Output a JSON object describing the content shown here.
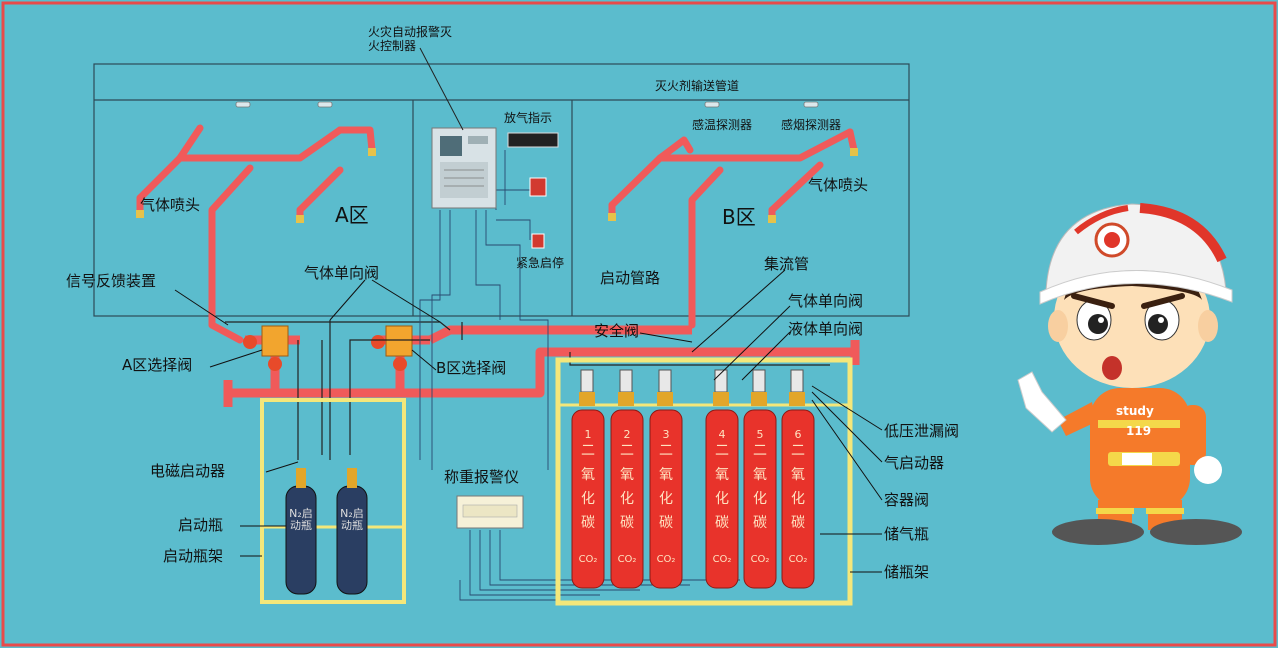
{
  "labels": {
    "controller": "火灾自动报警灭火控制器",
    "pipe_network": "灭火剂输送管道",
    "release_indicator": "放气指示",
    "smoke_detector": "感温探测器",
    "heat_detector": "感烟探测器",
    "nozzle_a": "气体喷头",
    "nozzle_b": "气体喷头",
    "zone_a": "A区",
    "zone_b": "B区",
    "pressure_switch": "信号反馈装置",
    "check_valve_gas": "气体单向阀",
    "manual_start": "紧急启停",
    "start_pipe": "启动管路",
    "manifold": "集流管",
    "check_valve_gas2": "气体单向阀",
    "check_valve_liquid": "液体单向阀",
    "safety_valve": "安全阀",
    "selector_a": "A区选择阀",
    "selector_b": "B区选择阀",
    "solenoid": "电磁启动器",
    "start_bottle": "启动瓶",
    "start_rack": "启动瓶架",
    "weighing": "称重报警仪",
    "low_leak_valve": "低压泄漏阀",
    "gas_actuator": "气启动器",
    "container_valve": "容器阀",
    "storage_bottle": "储气瓶",
    "storage_rack": "储瓶架",
    "mascot_badge": "study",
    "mascot_num": "119"
  },
  "cylinders": [
    {
      "num": "1",
      "text": "二氧化碳",
      "co2": "CO₂"
    },
    {
      "num": "2",
      "text": "二氧化碳",
      "co2": "CO₂"
    },
    {
      "num": "3",
      "text": "二氧化碳",
      "co2": "CO₂"
    },
    {
      "num": "4",
      "text": "二氧化碳",
      "co2": "CO₂"
    },
    {
      "num": "5",
      "text": "二氧化碳",
      "co2": "CO₂"
    },
    {
      "num": "6",
      "text": "二氧化碳",
      "co2": "CO₂"
    }
  ],
  "n2_bottles": [
    {
      "text": "N₂启动瓶"
    },
    {
      "text": "N₂启动瓶"
    }
  ],
  "colors": {
    "background": "#5bbccd",
    "pipe": "#f05a5a",
    "cylinder": "#e8332b",
    "rack": "#f4e77a",
    "frame": "#e84a4a"
  }
}
